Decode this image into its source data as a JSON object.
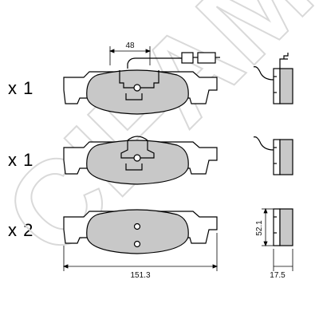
{
  "quantities": [
    "x 1",
    "x 1",
    "x 2"
  ],
  "dimensions": {
    "sensor_offset": "48",
    "pad_length": "151.3",
    "pad_height": "52.1",
    "pad_thickness": "17.5"
  },
  "watermark": "CIFAM",
  "colors": {
    "pad_fill": "#c8c8c8",
    "backing_plate": "#ffffff",
    "line": "#000000",
    "watermark": "#d9d9d9"
  }
}
